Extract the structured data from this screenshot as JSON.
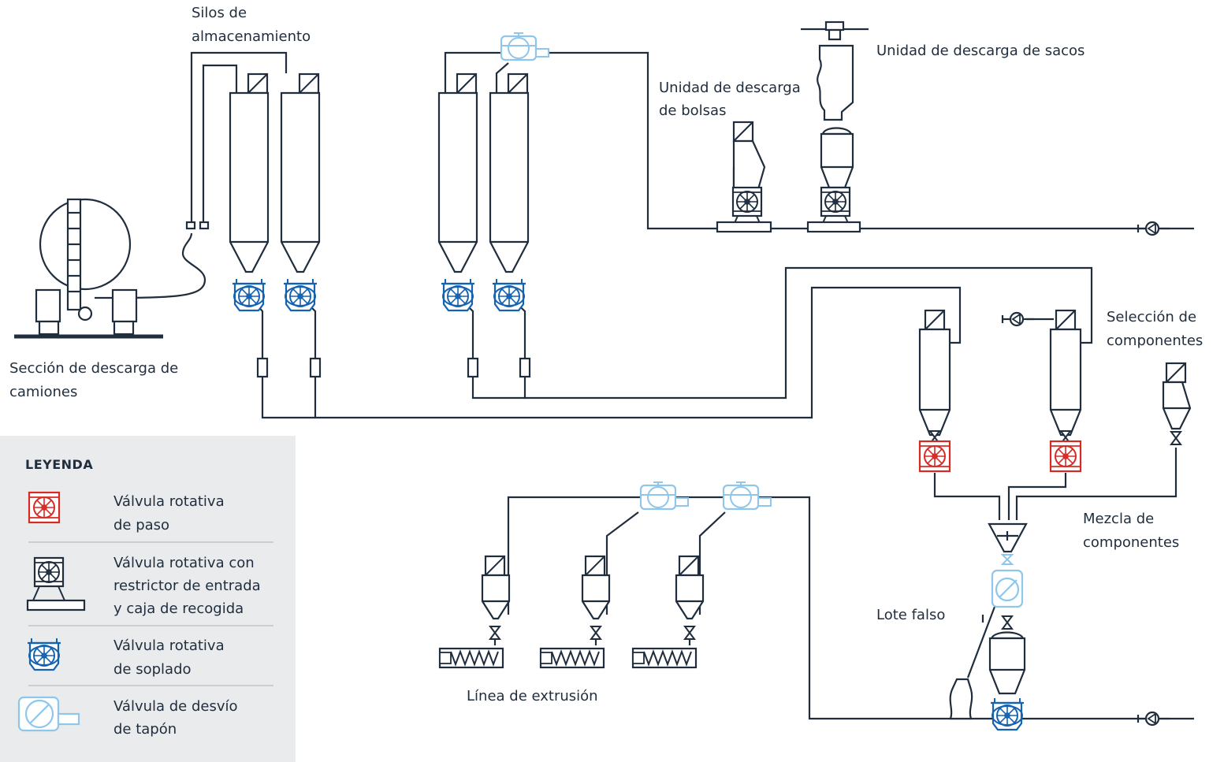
{
  "labels": {
    "storage_silos_1": "Silos de",
    "storage_silos_2": "almacenamiento",
    "sack_unloader": "Unidad de descarga de sacos",
    "bag_unloader_1": "Unidad de descarga",
    "bag_unloader_2": "de bolsas",
    "truck_section_1": "Sección de descarga de",
    "truck_section_2": "camiones",
    "component_selection_1": "Selección de",
    "component_selection_2": "componentes",
    "component_mixing_1": "Mezcla de",
    "component_mixing_2": "componentes",
    "dummy_batch": "Lote falso",
    "extrusion_line": "Línea de extrusión"
  },
  "legend": {
    "title": "LEYENDA",
    "items": [
      {
        "icon": "red-rotary-valve-icon",
        "line1": "Válvula rotativa",
        "line2": "de paso",
        "line3": ""
      },
      {
        "icon": "dark-rotary-valve-icon",
        "line1": "Válvula rotativa con",
        "line2": "restrictor de entrada",
        "line3": "y caja de recogida"
      },
      {
        "icon": "blue-rotary-valve-icon",
        "line1": "Válvula rotativa",
        "line2": "de soplado",
        "line3": ""
      },
      {
        "icon": "diverter-valve-icon",
        "line1": "Válvula de desvío",
        "line2": "de tapón",
        "line3": ""
      }
    ]
  },
  "colors": {
    "line": "#1f2d3d",
    "red_valve": "#d62b24",
    "dark_valve": "#1f2d3d",
    "blue_valve": "#1563b0",
    "diverter_valve": "#8fc6ea",
    "legend_bg": "#e9ebed"
  }
}
